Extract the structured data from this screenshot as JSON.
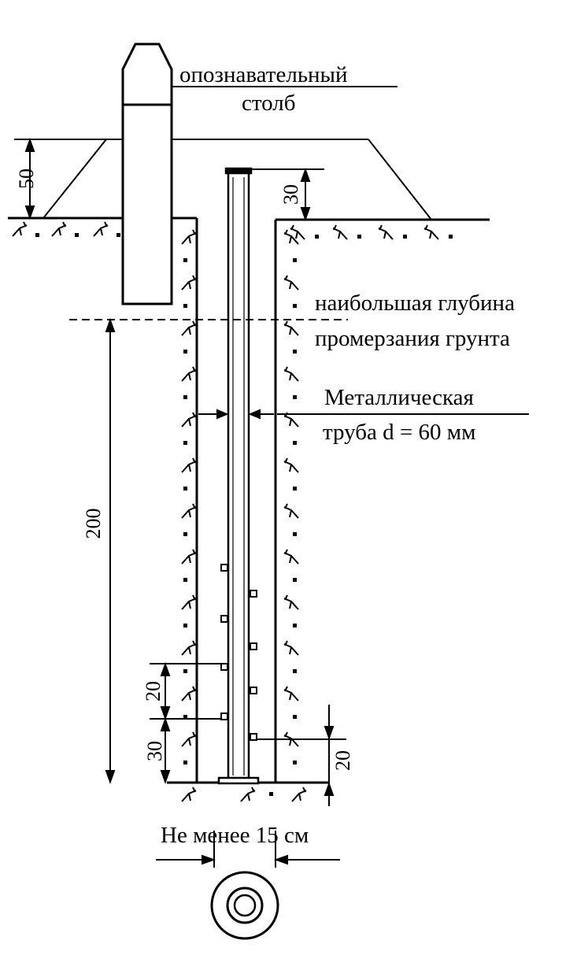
{
  "labels": {
    "marker_post_line1": "опознавательный",
    "marker_post_line2": "столб",
    "frost_depth_line1": "наибольшая глубина",
    "frost_depth_line2": "промерзания грунта",
    "pipe_line1": "Металлическая",
    "pipe_line2": "труба d = 60 мм",
    "min_width": "Не менее 15 см"
  },
  "dimensions": {
    "post_above_ground": "50",
    "pipe_above_ground": "30",
    "frost_to_bottom": "200",
    "sensor_spacing": "20",
    "lowest_sensor_left": "30",
    "lowest_sensor_right": "20"
  }
}
